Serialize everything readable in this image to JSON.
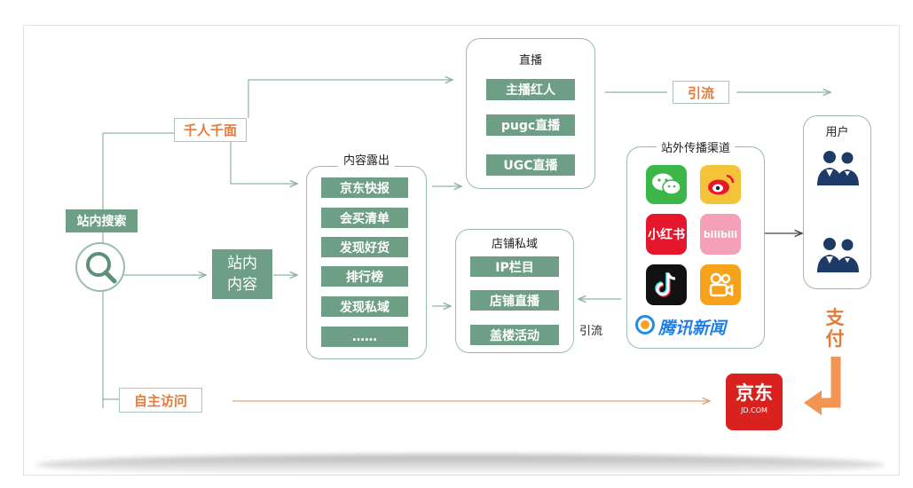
{
  "search": {
    "label": "站内搜索"
  },
  "thousand_faces": {
    "label": "千人千面"
  },
  "self_visit": {
    "label": "自主访问"
  },
  "site_content": {
    "label": "站内\n内容"
  },
  "live": {
    "title": "直播",
    "items": [
      "主播红人",
      "pugc直播",
      "UGC直播"
    ]
  },
  "content_exposure": {
    "title": "内容露出",
    "items": [
      "京东快报",
      "会买清单",
      "发现好货",
      "排行榜",
      "发现私域",
      "……"
    ]
  },
  "shop_private": {
    "title": "店铺私域",
    "items": [
      "IP栏目",
      "店铺直播",
      "盖楼活动"
    ]
  },
  "offsite": {
    "title": "站外传播渠道",
    "apps": [
      "wechat-icon",
      "weibo-icon",
      "xiaohongshu-icon",
      "bilibili-icon",
      "douyin-icon",
      "kuaishou-icon"
    ],
    "xhs_text": "小红书",
    "bili_text": "bilibili",
    "tencent_news": "腾讯新闻"
  },
  "traffic_top": {
    "label": "引流"
  },
  "traffic_bottom": {
    "label": "引流"
  },
  "users": {
    "title": "用户"
  },
  "pay": {
    "label": "支\n付"
  },
  "jd": {
    "name": "京东",
    "domain": "JD.COM"
  },
  "colors": {
    "green": "#6e9e86",
    "orange": "#e57b3a",
    "border": "#9bbcb0",
    "arrow": "#8fb3a3",
    "jd_red": "#d9221e"
  }
}
